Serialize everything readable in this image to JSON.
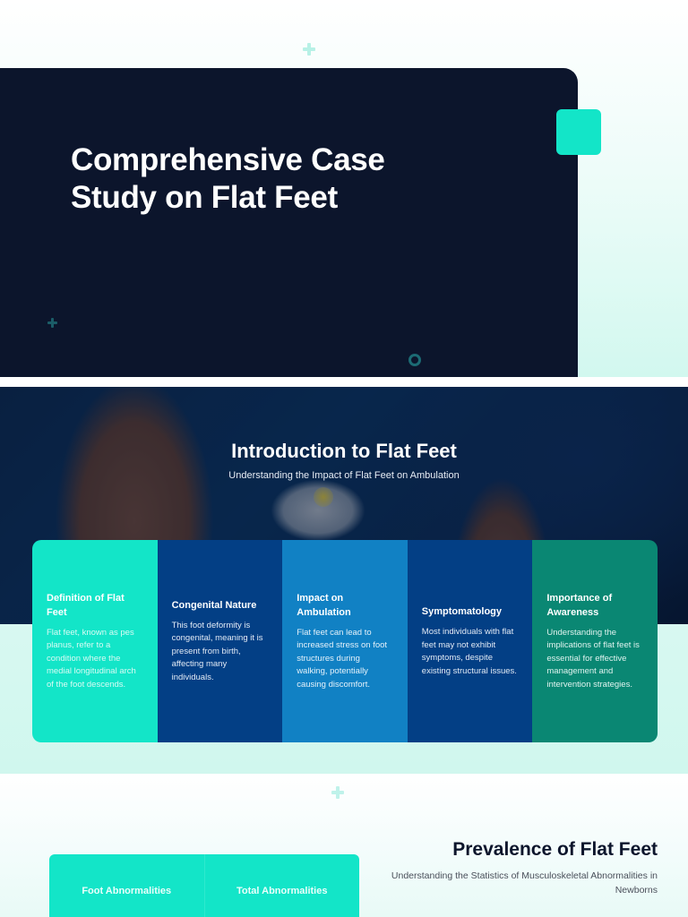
{
  "slides": [
    {
      "title": "Comprehensive Case Study on Flat Feet",
      "title_line1": "Comprehensive Case",
      "title_line2": "Study on Flat Feet",
      "colors": {
        "panel": "#0c152c",
        "accent": "#13e5c8"
      },
      "decorations": [
        "plus-icon",
        "plus-icon",
        "ring-icon",
        "accent-square"
      ]
    },
    {
      "title": "Introduction to Flat Feet",
      "subtitle": "Understanding the Impact of Flat Feet on Ambulation",
      "background_image": "feet-in-water-with-flower",
      "cards": [
        {
          "title": "Definition of Flat Feet",
          "body": "Flat feet, known as pes planus, refer to a condition where the medial longitudinal arch of the foot descends.",
          "color": "#13e5c8"
        },
        {
          "title": "Congenital Nature",
          "body": "This foot deformity is congenital, meaning it is present from birth, affecting many individuals.",
          "color": "#033f85"
        },
        {
          "title": "Impact on Ambulation",
          "body": "Flat feet can lead to increased stress on foot structures during walking, potentially causing discomfort.",
          "color": "#1181c4"
        },
        {
          "title": "Symptomatology",
          "body": "Most individuals with flat feet may not exhibit symptoms, despite existing structural issues.",
          "color": "#033f85"
        },
        {
          "title": "Importance of Awareness",
          "body": "Understanding the implications of flat feet is essential for effective management and intervention strategies.",
          "color": "#0a8773"
        }
      ]
    },
    {
      "title": "Prevalence of Flat Feet",
      "subtitle": "Understanding the Statistics of Musculoskeletal Abnormalities in Newborns",
      "table": {
        "headers": [
          "Foot Abnormalities",
          "Total Abnormalities"
        ]
      }
    }
  ]
}
